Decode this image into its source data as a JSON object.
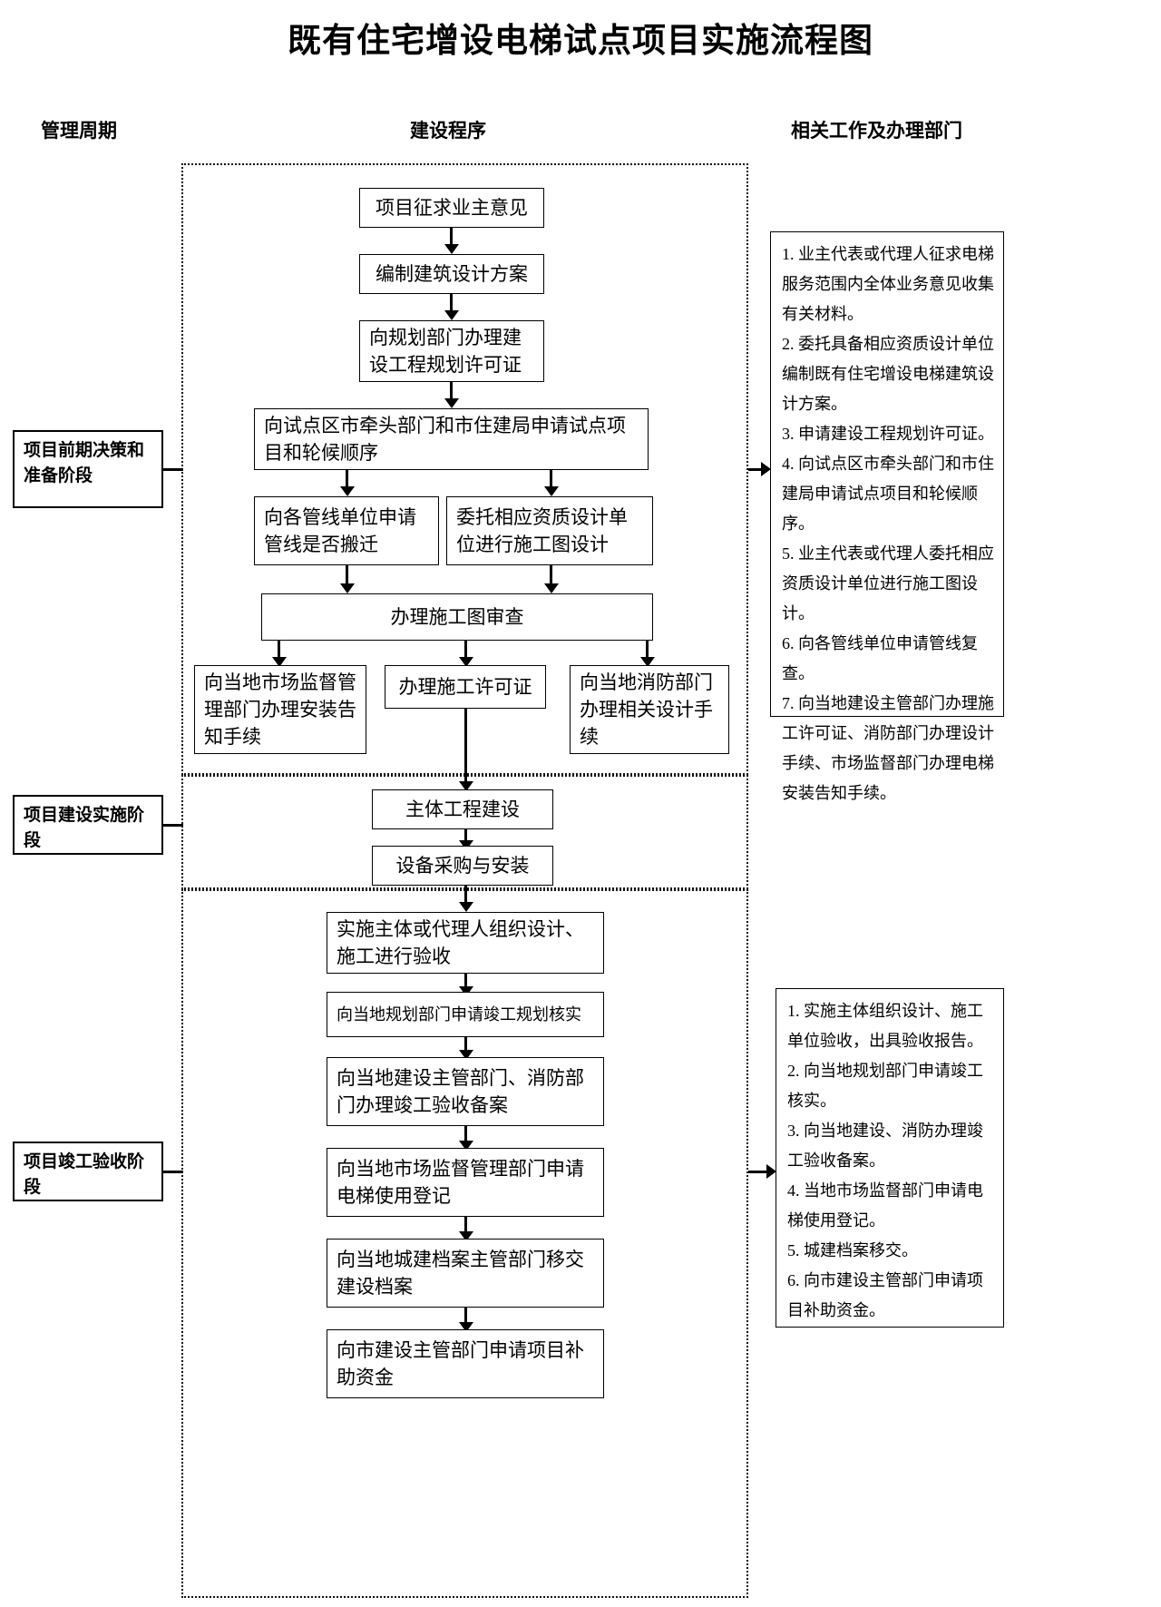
{
  "title": "既有住宅增设电梯试点项目实施流程图",
  "headers": {
    "cycle": "管理周期",
    "procedure": "建设程序",
    "department": "相关工作及办理部门"
  },
  "phases": [
    {
      "id": "phase1",
      "label": "项目前期决策和准备阶段"
    },
    {
      "id": "phase2",
      "label": "项目建设实施阶段"
    },
    {
      "id": "phase3",
      "label": "项目竣工验收阶段"
    }
  ],
  "nodes": {
    "n1": "项目征求业主意见",
    "n2": "编制建筑设计方案",
    "n3": "向规划部门办理建设工程规划许可证",
    "n4": "向试点区市牵头部门和市住建局申请试点项目和轮候顺序",
    "n5": "向各管线单位申请管线是否搬迁",
    "n6": "委托相应资质设计单位进行施工图设计",
    "n7": "办理施工图审查",
    "n8": "向当地市场监督管理部门办理安装告知手续",
    "n9": "办理施工许可证",
    "n10": "向当地消防部门办理相关设计手续",
    "n11": "主体工程建设",
    "n12": "设备采购与安装",
    "n13": "实施主体或代理人组织设计、施工进行验收",
    "n14": "向当地规划部门申请竣工规划核实",
    "n15": "向当地建设主管部门、消防部门办理竣工验收备案",
    "n16": "向当地市场监督管理部门申请电梯使用登记",
    "n17": "向当地城建档案主管部门移交建设档案",
    "n18": "向市建设主管部门申请项目补助资金"
  },
  "notes": {
    "note1": [
      "1. 业主代表或代理人征求电梯服务范围内全体业务意见收集有关材料。",
      "2. 委托具备相应资质设计单位编制既有住宅增设电梯建筑设计方案。",
      "3. 申请建设工程规划许可证。",
      "4. 向试点区市牵头部门和市住建局申请试点项目和轮候顺序。",
      "5. 业主代表或代理人委托相应资质设计单位进行施工图设计。",
      "6. 向各管线单位申请管线复查。",
      "7. 向当地建设主管部门办理施工许可证、消防部门办理设计手续、市场监督部门办理电梯安装告知手续。"
    ],
    "note2": [
      "1. 实施主体组织设计、施工单位验收，出具验收报告。",
      "2. 向当地规划部门申请竣工核实。",
      "3. 向当地建设、消防办理竣工验收备案。",
      "4. 当地市场监督部门申请电梯使用登记。",
      "5. 城建档案移交。",
      "6. 向市建设主管部门申请项目补助资金。"
    ]
  },
  "colors": {
    "ink": "#000000",
    "paper": "#ffffff"
  }
}
